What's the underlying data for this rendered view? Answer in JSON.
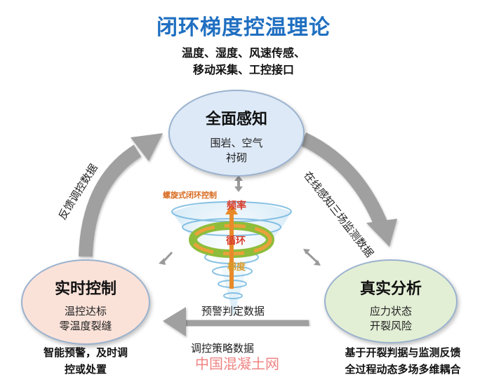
{
  "title": "闭环梯度控温理论",
  "sensors_note": [
    "温度、湿度、风速传感、",
    "移动采集、工控接口"
  ],
  "nodes": {
    "perception": {
      "title": "全面感知",
      "lines": [
        "围岩、空气",
        "衬砌"
      ]
    },
    "analysis": {
      "title": "真实分析",
      "lines": [
        "应力状态",
        "开裂风险"
      ]
    },
    "control": {
      "title": "实时控制",
      "lines": [
        "温控达标",
        "零温度裂缝"
      ]
    }
  },
  "edges": {
    "perception_to_analysis": "在线感知三场监测数据",
    "analysis_to_control_top": "预警判定数据",
    "analysis_to_control_bottom": "调控策略数据",
    "control_to_perception": "反馈调控数据"
  },
  "center": {
    "spiral_label": "螺旋式闭环控制",
    "frequency": "频率",
    "cycle": "循环",
    "gradient": "梯度"
  },
  "notes": {
    "analysis": [
      "基于开裂判据与监测反馈",
      "全过程动态多场多维耦合"
    ],
    "control": [
      "智能预警，及时调",
      "控或处置"
    ]
  },
  "watermark": "中国混凝土网",
  "colors": {
    "title": "#1f6fc1",
    "perception_fill": "#dde9f7",
    "analysis_fill": "#e3efd5",
    "control_fill": "#fbe2d9",
    "arrow": "#a0a0a0",
    "watermark": "#ea5a5a"
  }
}
